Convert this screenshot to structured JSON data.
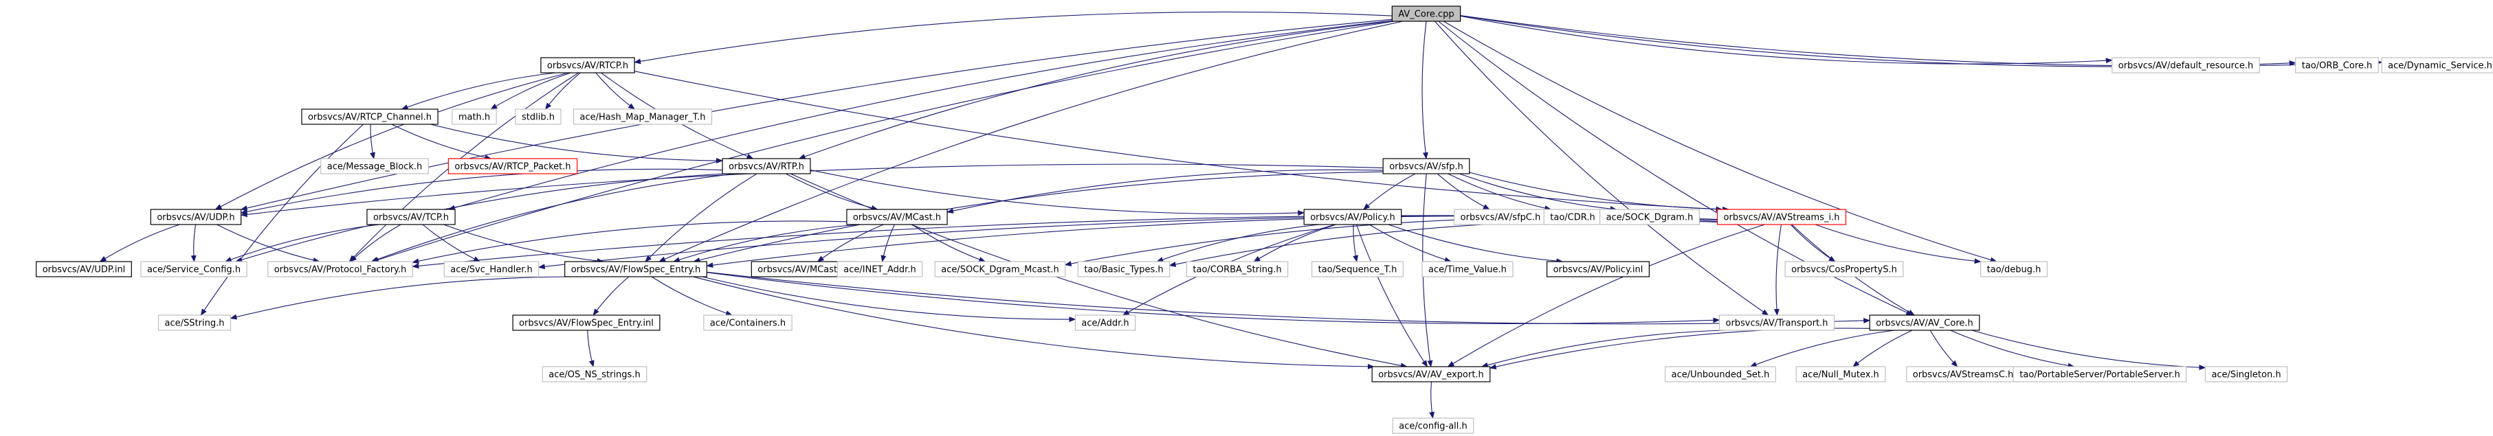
{
  "diagram": {
    "nodes": [
      {
        "id": "root",
        "label": "AV_Core.cpp",
        "style": "root",
        "interactable": false
      },
      {
        "id": "rtcp_h",
        "label": "orbsvcs/AV/RTCP.h",
        "style": "doc",
        "interactable": true
      },
      {
        "id": "default_resource",
        "label": "orbsvcs/AV/default_resource.h",
        "style": "ext",
        "interactable": false
      },
      {
        "id": "orb_core",
        "label": "tao/ORB_Core.h",
        "style": "ext",
        "interactable": false
      },
      {
        "id": "dynamic_service",
        "label": "ace/Dynamic_Service.h",
        "style": "ext",
        "interactable": false
      },
      {
        "id": "rtcp_channel",
        "label": "orbsvcs/AV/RTCP_Channel.h",
        "style": "doc",
        "interactable": true
      },
      {
        "id": "math_h",
        "label": "math.h",
        "style": "ext",
        "interactable": false
      },
      {
        "id": "stdlib_h",
        "label": "stdlib.h",
        "style": "ext",
        "interactable": false
      },
      {
        "id": "hash_map",
        "label": "ace/Hash_Map_Manager_T.h",
        "style": "ext",
        "interactable": false
      },
      {
        "id": "message_block",
        "label": "ace/Message_Block.h",
        "style": "ext",
        "interactable": false
      },
      {
        "id": "rtcp_packet",
        "label": "orbsvcs/AV/RTCP_Packet.h",
        "style": "trunc",
        "interactable": false
      },
      {
        "id": "rtp_h",
        "label": "orbsvcs/AV/RTP.h",
        "style": "doc",
        "interactable": true
      },
      {
        "id": "sfp_h",
        "label": "orbsvcs/AV/sfp.h",
        "style": "doc",
        "interactable": true
      },
      {
        "id": "udp_h",
        "label": "orbsvcs/AV/UDP.h",
        "style": "doc",
        "interactable": true
      },
      {
        "id": "tcp_h",
        "label": "orbsvcs/AV/TCP.h",
        "style": "doc",
        "interactable": true
      },
      {
        "id": "mcast_h",
        "label": "orbsvcs/AV/MCast.h",
        "style": "doc",
        "interactable": true
      },
      {
        "id": "policy_h",
        "label": "orbsvcs/AV/Policy.h",
        "style": "doc",
        "interactable": true
      },
      {
        "id": "sfpc_h",
        "label": "orbsvcs/AV/sfpC.h",
        "style": "ext",
        "interactable": false
      },
      {
        "id": "cdr_h",
        "label": "tao/CDR.h",
        "style": "ext",
        "interactable": false
      },
      {
        "id": "sock_dgram",
        "label": "ace/SOCK_Dgram.h",
        "style": "ext",
        "interactable": false
      },
      {
        "id": "avstreams_i",
        "label": "orbsvcs/AV/AVStreams_i.h",
        "style": "trunc",
        "interactable": false
      },
      {
        "id": "udp_inl",
        "label": "orbsvcs/AV/UDP.inl",
        "style": "doc",
        "interactable": true
      },
      {
        "id": "service_config",
        "label": "ace/Service_Config.h",
        "style": "ext",
        "interactable": false
      },
      {
        "id": "protocol_factory",
        "label": "orbsvcs/AV/Protocol_Factory.h",
        "style": "ext",
        "interactable": false
      },
      {
        "id": "svc_handler",
        "label": "ace/Svc_Handler.h",
        "style": "ext",
        "interactable": false
      },
      {
        "id": "flowspec_entry",
        "label": "orbsvcs/AV/FlowSpec_Entry.h",
        "style": "doc",
        "interactable": true
      },
      {
        "id": "mcast_inl",
        "label": "orbsvcs/AV/MCast.inl",
        "style": "doc",
        "interactable": true
      },
      {
        "id": "inet_addr",
        "label": "ace/INET_Addr.h",
        "style": "ext",
        "interactable": false
      },
      {
        "id": "sock_dgram_mcast",
        "label": "ace/SOCK_Dgram_Mcast.h",
        "style": "ext",
        "interactable": false
      },
      {
        "id": "basic_types",
        "label": "tao/Basic_Types.h",
        "style": "ext",
        "interactable": false
      },
      {
        "id": "corba_string",
        "label": "tao/CORBA_String.h",
        "style": "ext",
        "interactable": false
      },
      {
        "id": "sequence_t",
        "label": "tao/Sequence_T.h",
        "style": "ext",
        "interactable": false
      },
      {
        "id": "time_value",
        "label": "ace/Time_Value.h",
        "style": "ext",
        "interactable": false
      },
      {
        "id": "policy_inl",
        "label": "orbsvcs/AV/Policy.inl",
        "style": "doc",
        "interactable": true
      },
      {
        "id": "cosproperty",
        "label": "orbsvcs/CosPropertyS.h",
        "style": "ext",
        "interactable": false
      },
      {
        "id": "tao_debug",
        "label": "tao/debug.h",
        "style": "ext",
        "interactable": false
      },
      {
        "id": "sstring",
        "label": "ace/SString.h",
        "style": "ext",
        "interactable": false
      },
      {
        "id": "flowspec_inl",
        "label": "orbsvcs/AV/FlowSpec_Entry.inl",
        "style": "doc",
        "interactable": true
      },
      {
        "id": "containers",
        "label": "ace/Containers.h",
        "style": "ext",
        "interactable": false
      },
      {
        "id": "addr_h",
        "label": "ace/Addr.h",
        "style": "ext",
        "interactable": false
      },
      {
        "id": "transport_h",
        "label": "orbsvcs/AV/Transport.h",
        "style": "ext",
        "interactable": false
      },
      {
        "id": "av_core_h",
        "label": "orbsvcs/AV/AV_Core.h",
        "style": "doc",
        "interactable": true
      },
      {
        "id": "os_ns_strings",
        "label": "ace/OS_NS_strings.h",
        "style": "ext",
        "interactable": false
      },
      {
        "id": "av_export",
        "label": "orbsvcs/AV/AV_export.h",
        "style": "doc",
        "interactable": true
      },
      {
        "id": "unbounded_set",
        "label": "ace/Unbounded_Set.h",
        "style": "ext",
        "interactable": false
      },
      {
        "id": "null_mutex",
        "label": "ace/Null_Mutex.h",
        "style": "ext",
        "interactable": false
      },
      {
        "id": "avstreamsc",
        "label": "orbsvcs/AVStreamsC.h",
        "style": "ext",
        "interactable": false
      },
      {
        "id": "portable_server",
        "label": "tao/PortableServer/PortableServer.h",
        "style": "ext",
        "interactable": false
      },
      {
        "id": "singleton",
        "label": "ace/Singleton.h",
        "style": "ext",
        "interactable": false
      },
      {
        "id": "config_all",
        "label": "ace/config-all.h",
        "style": "ext",
        "interactable": false
      }
    ],
    "edges": [
      [
        "root",
        "rtcp_h"
      ],
      [
        "root",
        "default_resource"
      ],
      [
        "root",
        "orb_core"
      ],
      [
        "root",
        "dynamic_service"
      ],
      [
        "root",
        "rtp_h"
      ],
      [
        "root",
        "sfp_h"
      ],
      [
        "root",
        "udp_h"
      ],
      [
        "root",
        "tcp_h"
      ],
      [
        "root",
        "flowspec_entry"
      ],
      [
        "root",
        "protocol_factory"
      ],
      [
        "root",
        "tao_debug"
      ],
      [
        "root",
        "av_core_h"
      ],
      [
        "root",
        "transport_h"
      ],
      [
        "rtcp_h",
        "rtcp_channel"
      ],
      [
        "rtcp_h",
        "math_h"
      ],
      [
        "rtcp_h",
        "stdlib_h"
      ],
      [
        "rtcp_h",
        "hash_map"
      ],
      [
        "rtcp_h",
        "rtp_h"
      ],
      [
        "rtcp_h",
        "udp_h"
      ],
      [
        "rtcp_h",
        "protocol_factory"
      ],
      [
        "rtcp_h",
        "avstreams_i"
      ],
      [
        "rtcp_channel",
        "message_block"
      ],
      [
        "rtcp_channel",
        "rtcp_packet"
      ],
      [
        "rtcp_channel",
        "rtp_h"
      ],
      [
        "rtcp_channel",
        "sstring"
      ],
      [
        "rtp_h",
        "udp_h"
      ],
      [
        "rtp_h",
        "mcast_h"
      ],
      [
        "rtp_h",
        "policy_h"
      ],
      [
        "rtp_h",
        "flowspec_entry"
      ],
      [
        "rtp_h",
        "service_config"
      ],
      [
        "rtp_h",
        "protocol_factory"
      ],
      [
        "rtp_h",
        "av_export"
      ],
      [
        "sfp_h",
        "sfpc_h"
      ],
      [
        "sfp_h",
        "cdr_h"
      ],
      [
        "sfp_h",
        "sock_dgram"
      ],
      [
        "sfp_h",
        "avstreams_i"
      ],
      [
        "sfp_h",
        "policy_h"
      ],
      [
        "sfp_h",
        "mcast_h"
      ],
      [
        "sfp_h",
        "udp_h"
      ],
      [
        "sfp_h",
        "flowspec_entry"
      ],
      [
        "sfp_h",
        "av_export"
      ],
      [
        "udp_h",
        "udp_inl"
      ],
      [
        "udp_h",
        "service_config"
      ],
      [
        "udp_h",
        "protocol_factory"
      ],
      [
        "tcp_h",
        "service_config"
      ],
      [
        "tcp_h",
        "protocol_factory"
      ],
      [
        "tcp_h",
        "svc_handler"
      ],
      [
        "tcp_h",
        "flowspec_entry"
      ],
      [
        "mcast_h",
        "flowspec_entry"
      ],
      [
        "mcast_h",
        "mcast_inl"
      ],
      [
        "mcast_h",
        "inet_addr"
      ],
      [
        "mcast_h",
        "sock_dgram_mcast"
      ],
      [
        "mcast_h",
        "protocol_factory"
      ],
      [
        "policy_h",
        "basic_types"
      ],
      [
        "policy_h",
        "corba_string"
      ],
      [
        "policy_h",
        "sequence_t"
      ],
      [
        "policy_h",
        "time_value"
      ],
      [
        "policy_h",
        "policy_inl"
      ],
      [
        "policy_h",
        "av_export"
      ],
      [
        "policy_h",
        "addr_h"
      ],
      [
        "avstreams_i",
        "cosproperty"
      ],
      [
        "avstreams_i",
        "tao_debug"
      ],
      [
        "avstreams_i",
        "av_core_h"
      ],
      [
        "avstreams_i",
        "transport_h"
      ],
      [
        "avstreams_i",
        "flowspec_entry"
      ],
      [
        "avstreams_i",
        "protocol_factory"
      ],
      [
        "avstreams_i",
        "av_export"
      ],
      [
        "avstreams_i",
        "svc_handler"
      ],
      [
        "avstreams_i",
        "sock_dgram_mcast"
      ],
      [
        "avstreams_i",
        "basic_types"
      ],
      [
        "flowspec_entry",
        "sstring"
      ],
      [
        "flowspec_entry",
        "flowspec_inl"
      ],
      [
        "flowspec_entry",
        "containers"
      ],
      [
        "flowspec_entry",
        "addr_h"
      ],
      [
        "flowspec_entry",
        "transport_h"
      ],
      [
        "flowspec_entry",
        "av_core_h"
      ],
      [
        "flowspec_entry",
        "av_export"
      ],
      [
        "flowspec_inl",
        "os_ns_strings"
      ],
      [
        "transport_h",
        "av_export"
      ],
      [
        "av_core_h",
        "unbounded_set"
      ],
      [
        "av_core_h",
        "null_mutex"
      ],
      [
        "av_core_h",
        "avstreamsc"
      ],
      [
        "av_core_h",
        "portable_server"
      ],
      [
        "av_core_h",
        "singleton"
      ],
      [
        "av_core_h",
        "av_export"
      ],
      [
        "av_export",
        "config_all"
      ]
    ],
    "colors": {
      "edge": "#191970",
      "doc_border": "#000000",
      "ext_border": "#bfbfbf",
      "trunc_border": "#ff0000",
      "root_fill": "#bfbfbf",
      "fill": "#ffffff"
    }
  }
}
